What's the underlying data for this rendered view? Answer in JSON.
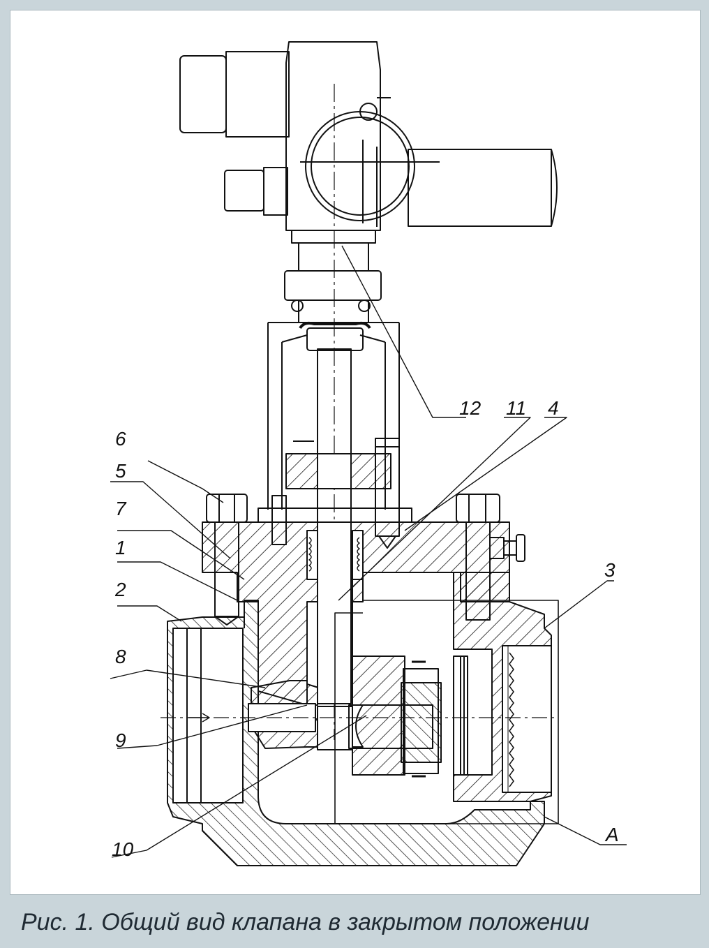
{
  "caption": "Рис. 1. Общий вид клапана в закрытом положении",
  "labels": {
    "l1": "1",
    "l2": "2",
    "l3": "3",
    "l4": "4",
    "l5": "5",
    "l6": "6",
    "l7": "7",
    "l8": "8",
    "l9": "9",
    "l10": "10",
    "l11": "11",
    "l12": "12",
    "lA": "A"
  },
  "colors": {
    "background": "#c9d5da",
    "panel": "#ffffff",
    "line": "#111111"
  }
}
